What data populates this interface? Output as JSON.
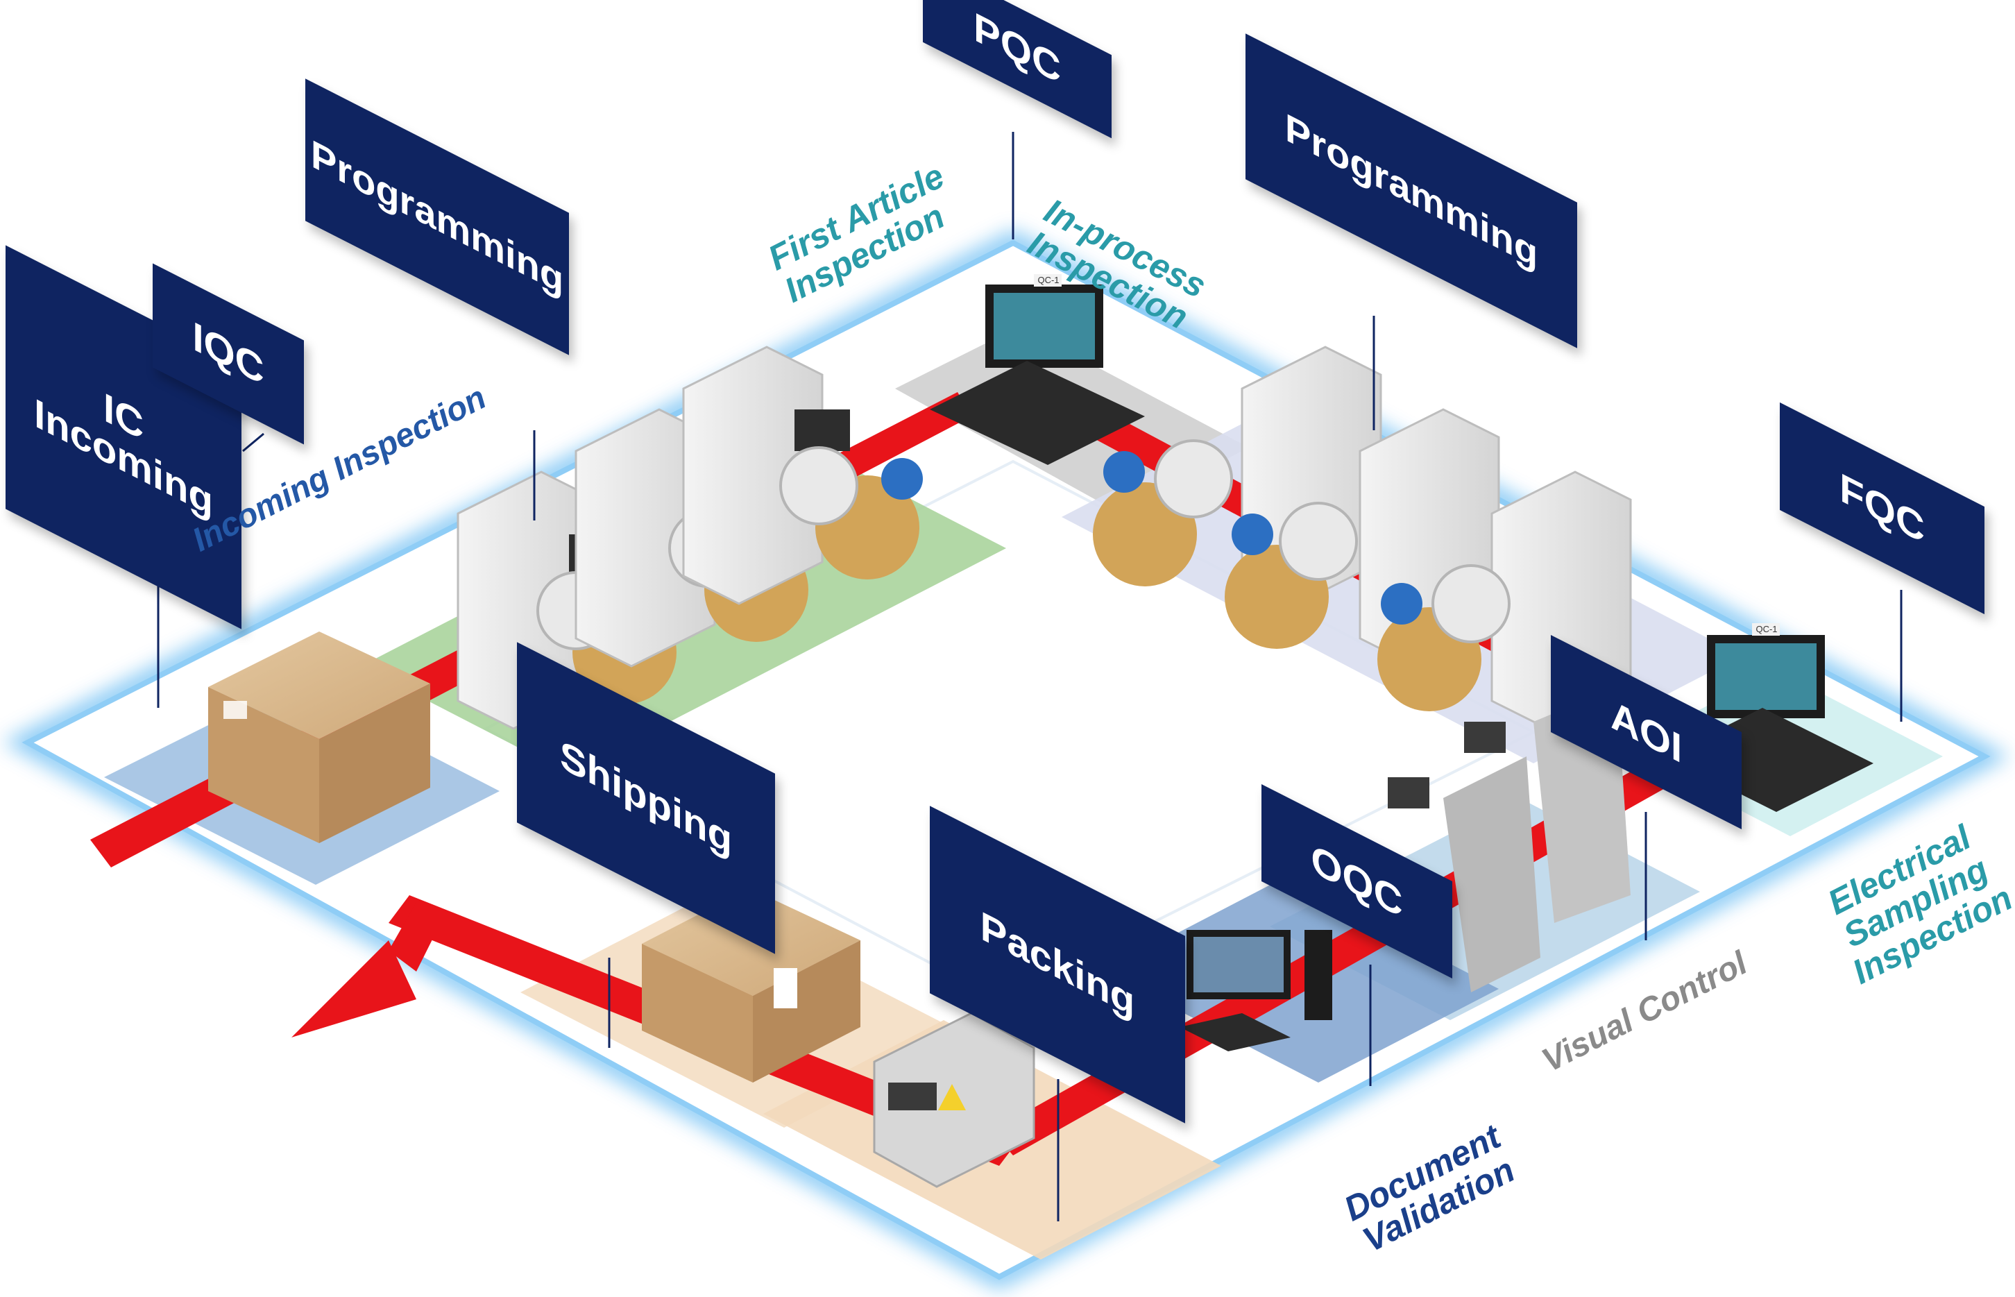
{
  "stations": {
    "ic_incoming": "IC\nIncoming",
    "iqc": "IQC",
    "programming_left": "Programming",
    "pqc": "PQC",
    "programming_right": "Programming",
    "fqc": "FQC",
    "aoi": "AOI",
    "oqc": "OQC",
    "packing": "Packing",
    "shipping": "Shipping"
  },
  "process_labels": {
    "incoming_inspection": "Incoming Inspection",
    "first_article": "First Article\nInspection",
    "in_process": "In-process\nInspection",
    "electrical_sampling": "Electrical\nSampling\nInspection",
    "visual_control": "Visual Control",
    "document_validation": "Document\nValidation"
  },
  "monitor_tags": {
    "pqc_station": "QC-1",
    "fqc_station": "QC-1"
  },
  "colors": {
    "sign_bg": "#0f2461",
    "conveyor": "#e8141a",
    "floor_glow": "#5fb6f0",
    "zone_incoming": "#9bbde0",
    "zone_programming_left": "#9ccb8a",
    "zone_programming_right": "#d9def0",
    "zone_fqc": "#cfeff0",
    "zone_oqc": "#7fa2cf",
    "zone_packing": "#f3d9bb",
    "label_blue": "#2458a6",
    "label_teal": "#2a9ba8",
    "label_grey": "#8a8a8a"
  }
}
